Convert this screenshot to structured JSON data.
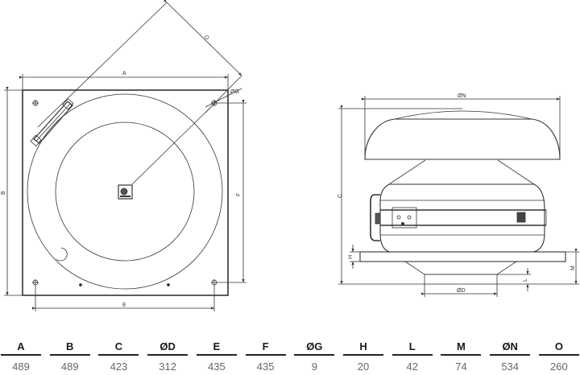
{
  "drawing": {
    "top_view_labels": {
      "A": "A",
      "B": "B",
      "O": "O",
      "G": "ØG",
      "F": "F",
      "E": "E"
    },
    "side_view_labels": {
      "N": "ØN",
      "C": "C",
      "H": "H",
      "L": "L",
      "M": "M",
      "D": "ØD"
    }
  },
  "dimensions_table": [
    {
      "label": "A",
      "value": "489"
    },
    {
      "label": "B",
      "value": "489"
    },
    {
      "label": "C",
      "value": "423"
    },
    {
      "label": "ØD",
      "value": "312"
    },
    {
      "label": "E",
      "value": "435"
    },
    {
      "label": "F",
      "value": "435"
    },
    {
      "label": "ØG",
      "value": "9"
    },
    {
      "label": "H",
      "value": "20"
    },
    {
      "label": "L",
      "value": "42"
    },
    {
      "label": "M",
      "value": "74"
    },
    {
      "label": "ØN",
      "value": "534"
    },
    {
      "label": "O",
      "value": "260"
    }
  ]
}
